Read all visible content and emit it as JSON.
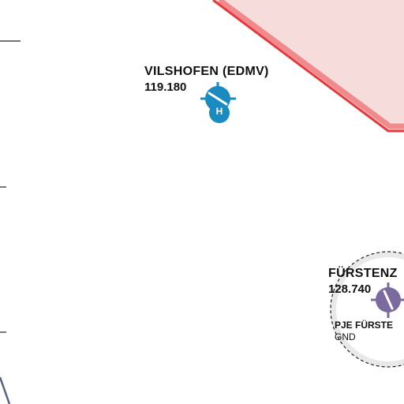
{
  "map": {
    "background_color": "#ffffff",
    "restricted_area": {
      "fill_color": "#f7dcdc",
      "border_color": "#e8383b",
      "border_tint": "#f08a8c"
    },
    "tick_color": "#222222",
    "route_line_color": "#5a6280"
  },
  "airfields": [
    {
      "name": "VILSHOFEN (EDMV)",
      "frequency": "119.180",
      "symbol_color": "#1a8bbf",
      "symbol_letter": "H",
      "icon": "heliport-airfield-icon"
    },
    {
      "name": "FÜRSTENZ",
      "frequency": "128.740",
      "symbol_color": "#7a6a9e",
      "icon": "glider-airfield-icon",
      "zone": {
        "name": "PJE FÜRSTE",
        "limit": "GND",
        "fill_color": "#eeeeee",
        "border_style": "dashed"
      }
    }
  ]
}
